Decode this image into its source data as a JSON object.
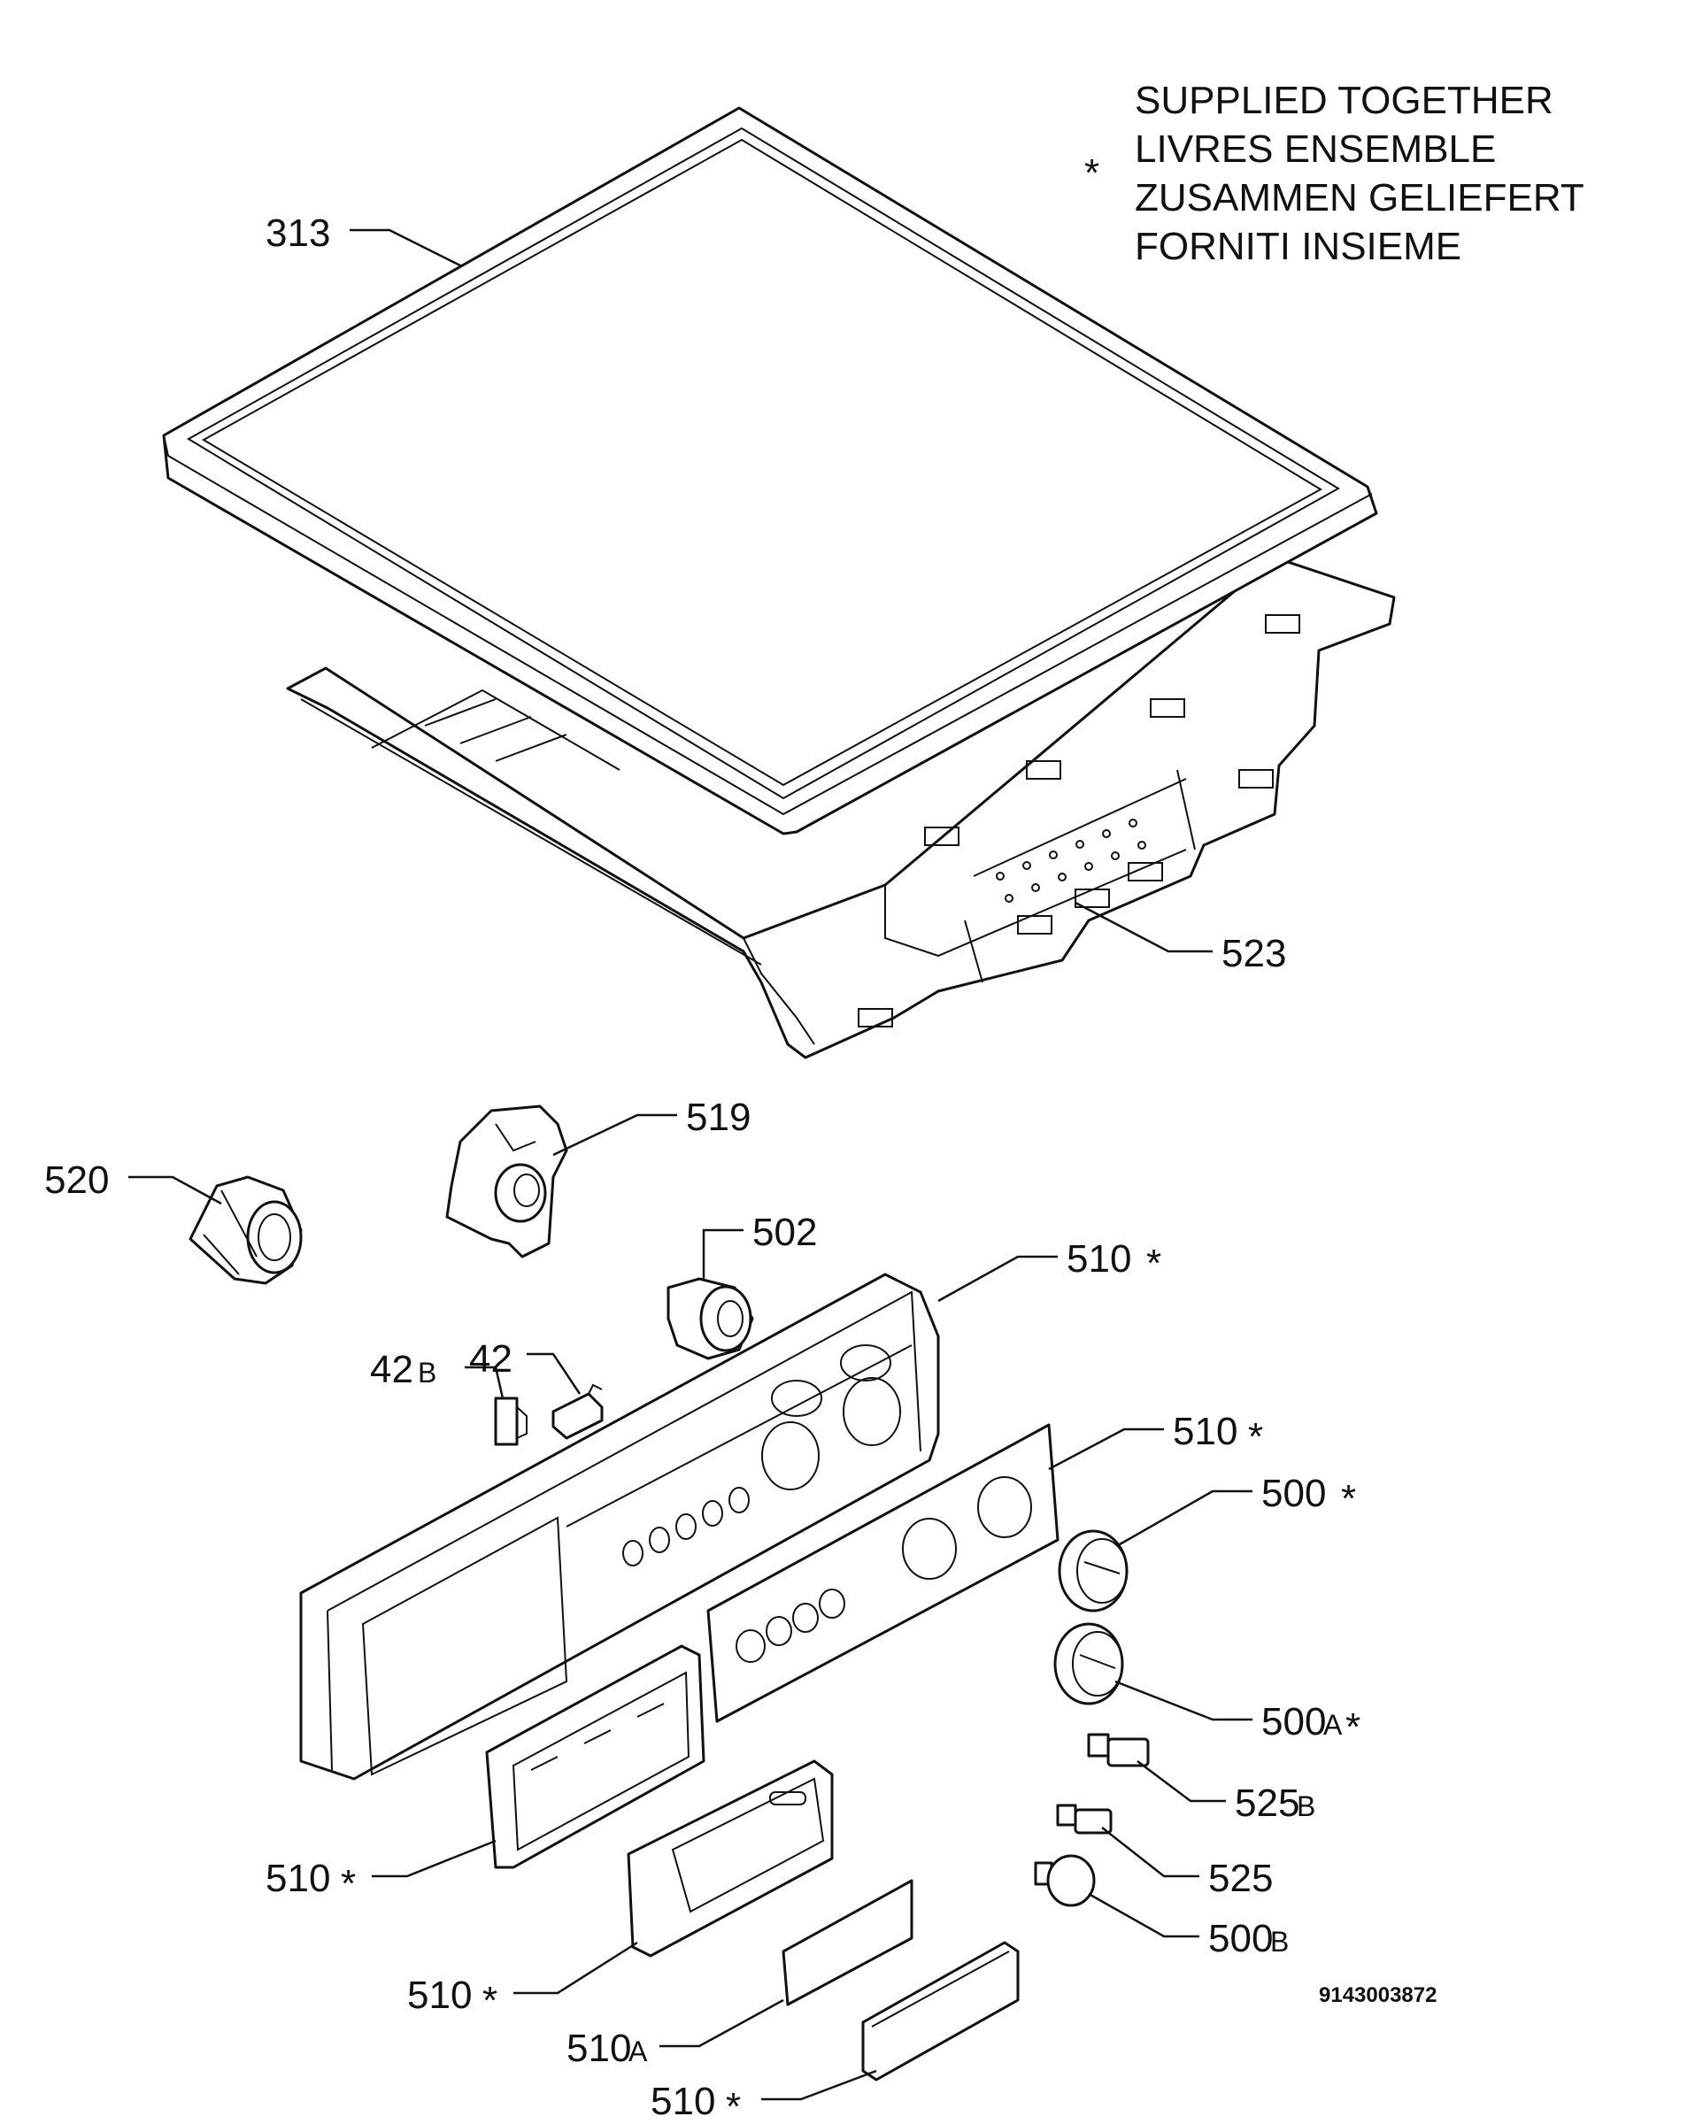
{
  "legend": {
    "marker": "*",
    "lines": [
      "SUPPLIED TOGETHER",
      "LIVRES ENSEMBLE",
      "ZUSAMMEN GELIEFERT",
      "FORNITI INSIEME"
    ]
  },
  "labels": {
    "p313": "313",
    "p523": "523",
    "p519": "519",
    "p520": "520",
    "p502": "502",
    "p510_panel": "510",
    "p510_panel_star": "*",
    "p42b": "42",
    "p42b_suffix": "B",
    "p42": "42",
    "p510_plate": "510",
    "p510_plate_star": "*",
    "p500": "500",
    "p500_star": "*",
    "p500a": "500",
    "p500a_suffix": "A",
    "p500a_star": "*",
    "p525b": "525",
    "p525b_suffix": "B",
    "p525": "525",
    "p500b": "500",
    "p500b_suffix": "B",
    "p510_drawer": "510",
    "p510_drawer_star": "*",
    "p510_cover": "510",
    "p510_cover_star": "*",
    "p510a": "510",
    "p510a_suffix": "A",
    "p510_handle": "510",
    "p510_handle_star": "*"
  },
  "drawing_code": "9143003872"
}
